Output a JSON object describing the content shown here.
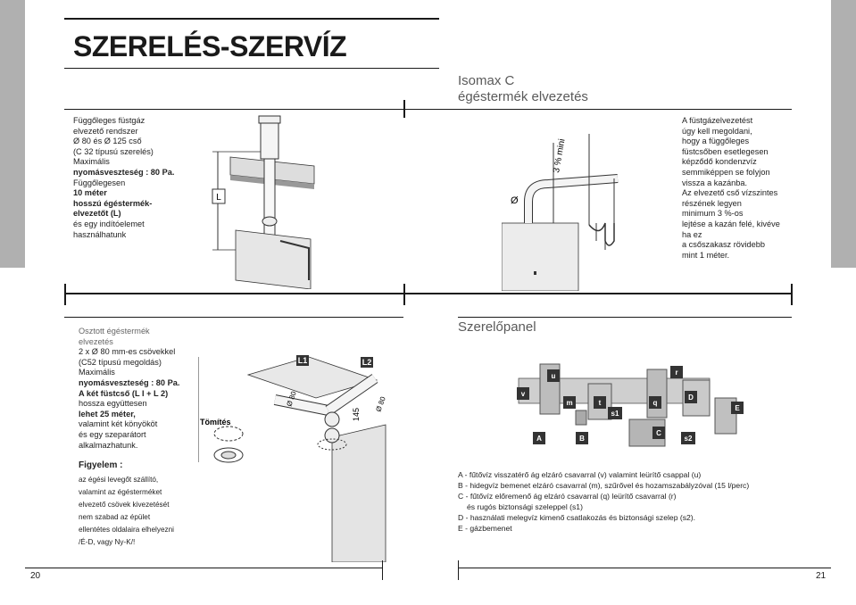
{
  "header": {
    "title": "SZERELÉS-SZERVÍZ"
  },
  "isomax": {
    "title_line1": "Isomax C",
    "title_line2": "égéstermék elvezetés"
  },
  "vertical_flue": {
    "lines": [
      "Függőleges füstgáz",
      "elvezető rendszer",
      "Ø 80 és Ø 125 cső",
      "(C 32 típusú szerelés)",
      "Maximális",
      "nyomásveszteség : 80 Pa.",
      "Függőlegesen",
      "10 méter",
      "hosszú égéstermék-",
      "elvezetőt (L)",
      "és egy indítóelemet",
      "használhatunk"
    ],
    "diagram_label": "L"
  },
  "slope_note": {
    "lines": [
      "A füstgázelvezetést",
      "úgy kell megoldani,",
      "hogy a függőleges",
      "füstcsőben esetlegesen",
      "képződő kondenzvíz",
      "semmiképpen se folyjon",
      "vissza a kazánba.",
      "Az elvezető cső vízszintes",
      "részének legyen",
      "minimum 3 %-os",
      "lejtése a kazán felé, kivéve",
      "ha ez",
      "a csőszakasz rövidebb",
      "mint 1 méter."
    ],
    "diagram_slope": "3 % mini",
    "diagram_diameter": "Ø"
  },
  "split_flue": {
    "lines": [
      "Osztott égéstermék",
      "elvezetés",
      "2 x Ø 80 mm-es csövekkel",
      "(C52 típusú megoldás)",
      "Maximális",
      "nyomásveszteség : 80 Pa.",
      "A két füstcső (L I + L 2)",
      "hossza együttesen",
      "lehet 25 méter,",
      "valamint két könyököt",
      "és egy szeparátort",
      "alkalmazhatunk."
    ],
    "seal_label": "Tömítés",
    "dim_145": "145",
    "dia_80a": "Ø 80",
    "dia_80b": "Ø 80",
    "l1": "L1",
    "l2": "L2"
  },
  "warning": {
    "title": "Figyelem :",
    "lines": [
      "az égési levegőt szállító,",
      "valamint az égésterméket",
      "elvezető csövek kivezetését",
      "nem szabad az épület",
      "ellentétes oldalaira elhelyezni",
      "/É-D, vagy Ny-K/!"
    ]
  },
  "panel": {
    "title": "Szerelőpanel",
    "labels": [
      "v",
      "u",
      "m",
      "t",
      "s1",
      "q",
      "r",
      "D",
      "E",
      "A",
      "B",
      "C",
      "s2"
    ],
    "legend": [
      "A - fűtővíz visszatérő ág elzáró csavarral (v) valamint leürítő csappal (u)",
      "B - hidegvíz bemenet elzáró csavarral (m), szűrővel és hozamszabályzóval (15 l/perc)",
      "C - fűtővíz előremenő ág elzáró csavarral (q) leürítő csavarral (r)",
      "és rugós biztonsági szeleppel (s1)",
      "D - használati melegvíz kimenő csatlakozás és biztonsági szelep (s2).",
      "E - gázbemenet"
    ]
  },
  "footer": {
    "page_left": "20",
    "page_right": "21"
  }
}
